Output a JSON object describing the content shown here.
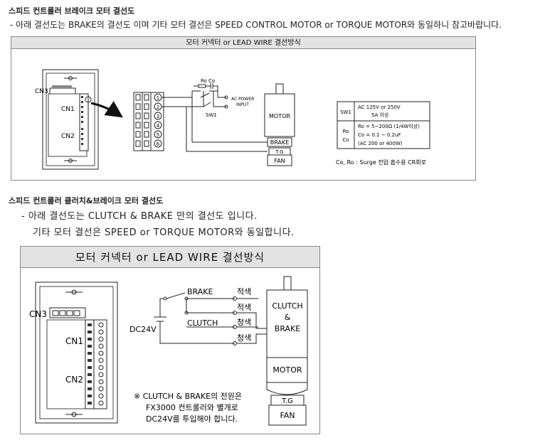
{
  "section1": {
    "heading": "스피드 컨트롤러 브레이크 모터 결선도",
    "description": "- 아래 결선도는 BRAKE의 결선도 이며 기타 모터 결선은 SPEED CONTROL MOTOR or TORQUE MOTOR와 동일하니 참고바랍니다.",
    "panel_title": "모터 커넥터 or LEAD WIRE 결선방식",
    "controller": {
      "cn3": "CN3",
      "cn1": "CN1",
      "cn2": "CN2"
    },
    "terminals": [
      "1",
      "2",
      "3",
      "4",
      "5",
      "6"
    ],
    "switch_label": "SW1",
    "ro_co_label": "Ro  Co",
    "ac_label_1": "AC POWER",
    "ac_label_2": "INPUT",
    "motor": {
      "motor": "MOTOR",
      "brake": "BRAKE",
      "tg": "T.G",
      "fan": "FAN"
    },
    "spec_table": {
      "rows": [
        {
          "key": "SW1",
          "lines": [
            "AC 125V or 250V",
            "5A 이상"
          ]
        },
        {
          "key": "Ro\nCo",
          "lines": [
            "Ro = 5~200Ω (1/4W이상)",
            "Co = 0.1 ~ 0.2uF",
            "(AC 200 or 400W)"
          ]
        }
      ]
    },
    "note": "Co, Ro : Surge 전압 흡수용 CR회로"
  },
  "section2": {
    "heading": "스피드 컨트롤러 클러치&브레이크 모터 결선도",
    "description_1": "- 아래 결선도는 CLUTCH & BRAKE 만의 결선도 입니다.",
    "description_2": "기타 모터 결선은 SPEED or TORQUE MOTOR와 동일합니다.",
    "panel_title": "모터 커넥터 or LEAD WIRE 결선방식",
    "controller": {
      "cn3": "CN3",
      "cn1": "CN1",
      "cn2": "CN2"
    },
    "dc_label": "DC24V",
    "brake_label": "BRAKE",
    "clutch_label": "CLUTCH",
    "wire_colors": [
      "적색",
      "적색",
      "청색",
      "청색"
    ],
    "motor": {
      "clutch": "CLUTCH",
      "amp": "&",
      "brake": "BRAKE",
      "motor": "MOTOR",
      "tg": "T.G",
      "fan": "FAN"
    },
    "note_lines": [
      "※ CLUTCH & BRAKE의 전원은",
      "FX3000 컨트롤러와 별개로",
      "DC24V를 투입해야 합니다."
    ]
  }
}
